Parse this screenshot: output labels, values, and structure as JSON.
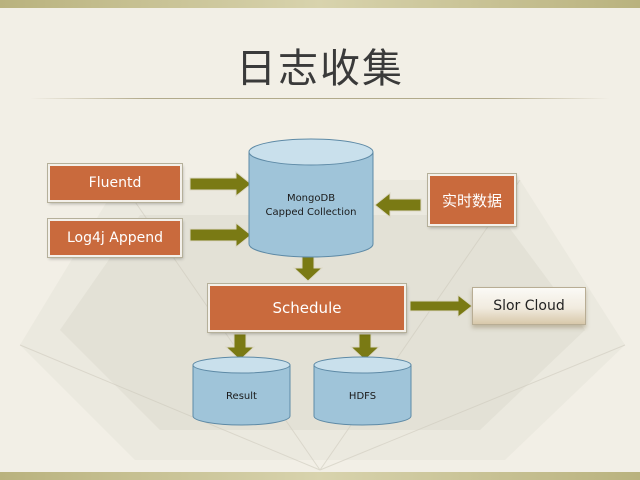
{
  "slide": {
    "title": "日志收集"
  },
  "sources": {
    "fluentd": "Fluentd",
    "log4j": "Log4j Append",
    "realtime": "实时数据"
  },
  "mongodb": {
    "line1": "MongoDB",
    "line2": "Capped Collection"
  },
  "schedule": "Schedule",
  "outputs": {
    "result": "Result",
    "hdfs": "HDFS",
    "slor_cloud": "Slor Cloud"
  },
  "colors": {
    "box_fill": "#c96a3d",
    "arrow_fill": "#7a7a14",
    "cylinder_fill": "#9fc4d9",
    "cylinder_top": "#c9e0ec",
    "background": "#f2efe6"
  }
}
